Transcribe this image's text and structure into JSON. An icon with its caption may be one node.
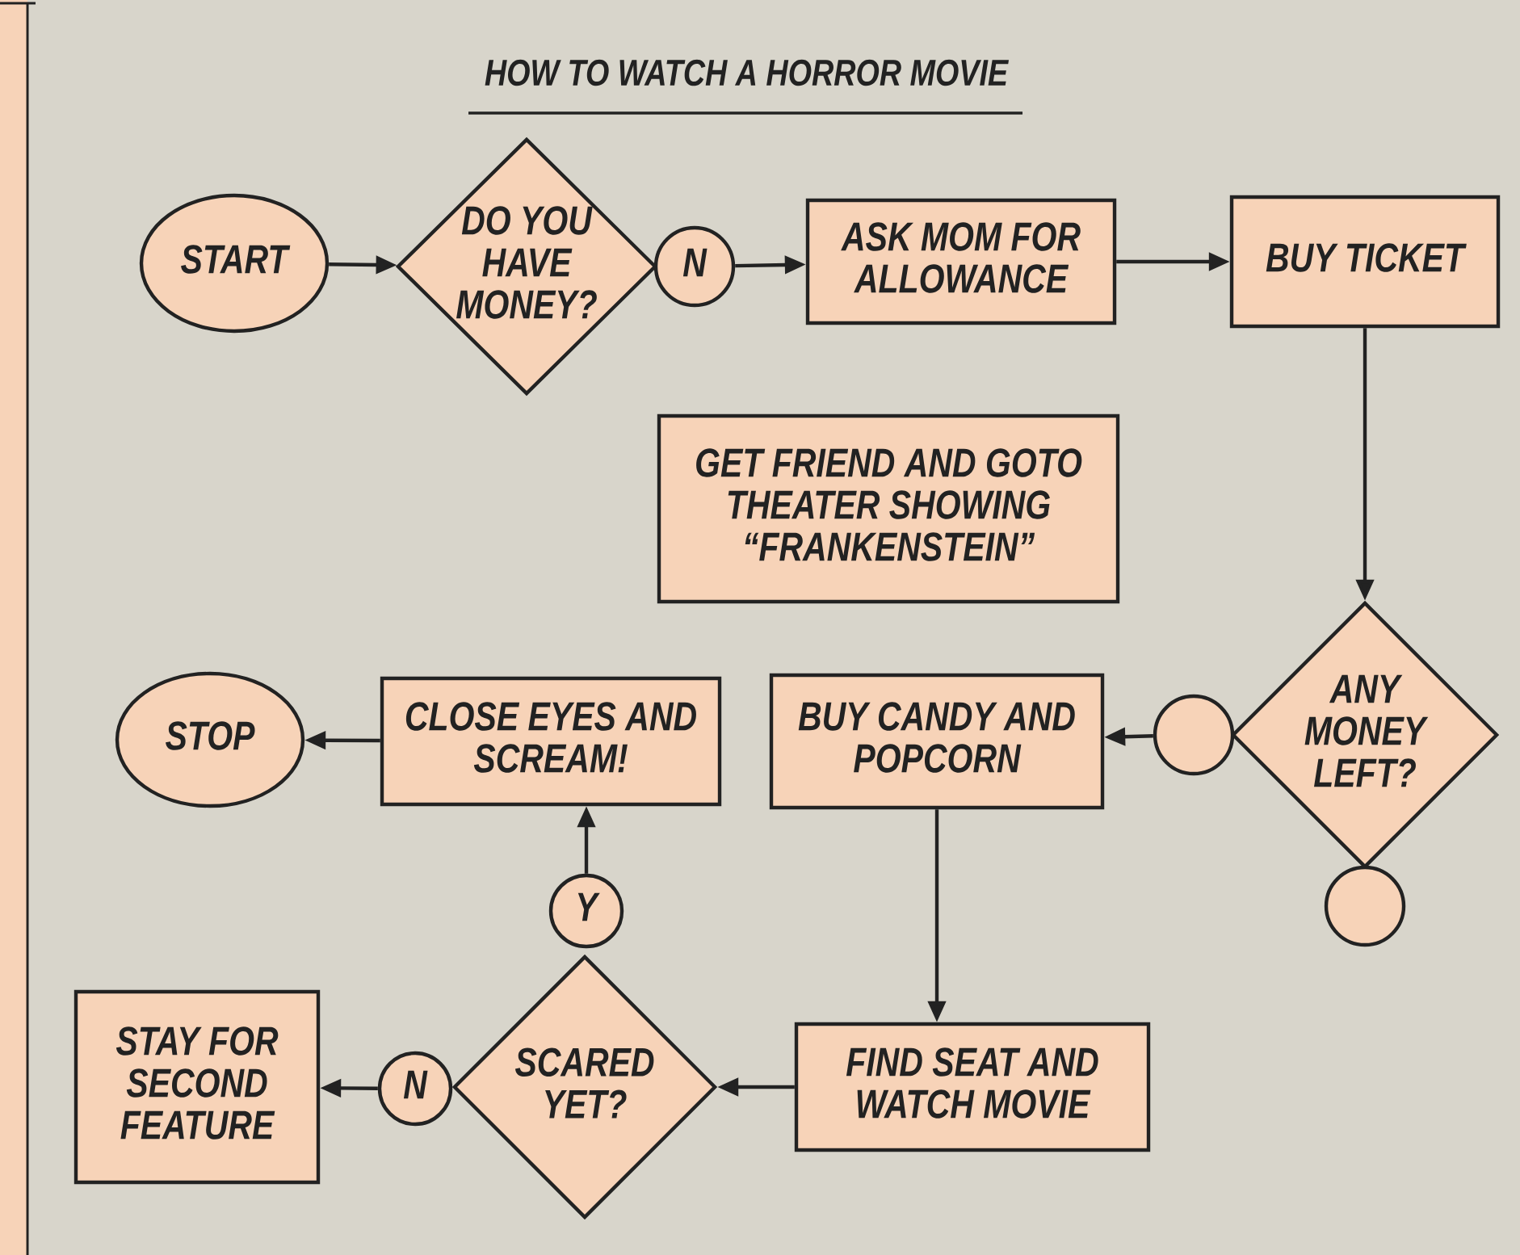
{
  "diagram": {
    "title": "HOW TO WATCH A HORROR MOVIE",
    "nodes": [
      {
        "text": [
          "START"
        ]
      },
      {
        "text": [
          "DO YOU HAVE MONEY?"
        ]
      },
      {
        "text": [
          "N"
        ]
      },
      {
        "text": [
          "ASK MOM FOR ALLOWANCE"
        ]
      },
      {
        "text": [
          "BUY TICKET"
        ]
      },
      {
        "text": [
          "GET FRIEND AND GOTO THEATER SHOWING “FRANKENSTEIN”"
        ]
      },
      {
        "text": [
          "STOP"
        ]
      },
      {
        "text": [
          "CLOSE EYES AND SCREAM!"
        ]
      },
      {
        "text": [
          "BUY CANDY AND POPCORN"
        ]
      },
      {
        "text": [],
        "shape": "circle"
      },
      {
        "text": [
          "ANY MONEY LEFT?"
        ]
      },
      {
        "text": [],
        "shape": "circle"
      },
      {
        "text": [
          "Y"
        ]
      },
      {
        "text": [
          "STAY FOR SECOND FEATURE"
        ]
      },
      {
        "text": [
          "N"
        ]
      },
      {
        "text": [
          "SCARED YET?"
        ]
      },
      {
        "text": [
          "FIND SEAT AND WATCH MOVIE"
        ]
      }
    ],
    "edges": [
      {
        "from": 0,
        "to": 1,
        "arrow": "to"
      },
      {
        "from": 2,
        "to": 3,
        "arrow": "to"
      },
      {
        "from": 3,
        "to": 4,
        "arrow": "to"
      },
      {
        "from": 4,
        "to": 10,
        "arrow": "to"
      },
      {
        "from": 9,
        "to": 8,
        "arrow": "to"
      },
      {
        "from": 8,
        "to": 16,
        "arrow": "to"
      },
      {
        "from": 16,
        "to": 15,
        "arrow": "to"
      },
      {
        "from": 14,
        "to": 13,
        "arrow": "to"
      },
      {
        "from": 12,
        "to": 7,
        "arrow": "to"
      },
      {
        "from": 7,
        "to": 6,
        "arrow": "to"
      }
    ]
  }
}
